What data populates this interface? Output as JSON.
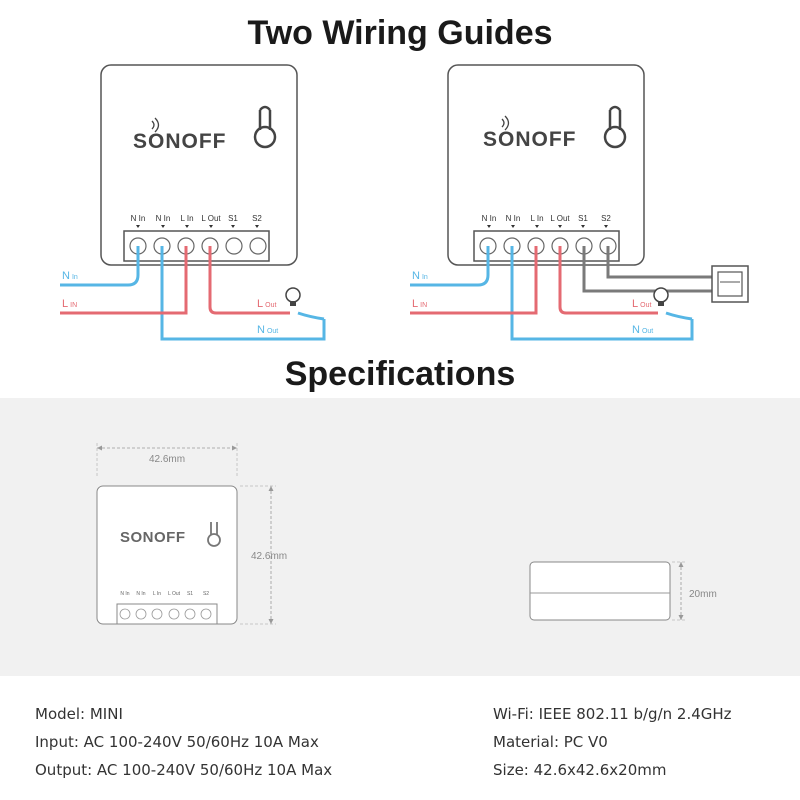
{
  "wiring_title": "Two Wiring Guides",
  "spec_title": "Specifications",
  "brand": "SONOFF",
  "terminals": [
    "N In",
    "N In",
    "L In",
    "L Out",
    "S1",
    "S2"
  ],
  "wire_labels": {
    "n_in": "N",
    "n_in_sub": "In",
    "l_in": "L",
    "l_in_sub": "IN",
    "l_out": "L",
    "l_out_sub": "Out",
    "n_out": "N",
    "n_out_sub": "Out"
  },
  "dimensions": {
    "width": "42.6mm",
    "height": "42.6mm",
    "depth": "20mm"
  },
  "specs_left": [
    "Model: MINI",
    "Input: AC 100-240V 50/60Hz 10A Max",
    "Output: AC 100-240V 50/60Hz 10A Max"
  ],
  "specs_right": [
    "Wi-Fi: IEEE 802.11 b/g/n 2.4GHz",
    "Material: PC V0",
    "Size: 42.6x42.6x20mm"
  ],
  "colors": {
    "live_wire": "#e46a72",
    "neutral_wire": "#56b6e5",
    "switch_wire": "#7a7a7a",
    "line_art": "#555555"
  }
}
